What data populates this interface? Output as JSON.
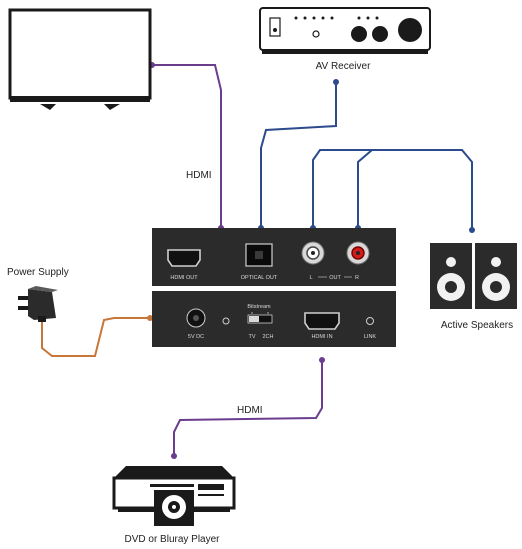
{
  "labels": {
    "av_receiver": "AV Receiver",
    "hdmi_top": "HDMI",
    "power_supply": "Power Supply",
    "active_speakers": "Active Speakers",
    "hdmi_bottom": "HDMI",
    "dvd_player": "DVD or Bluray Player"
  },
  "front_panel": {
    "hdmi_out": "HDMI OUT",
    "optical_out": "OPTICAL OUT",
    "l_out": "L",
    "out": "OUT",
    "r_out": "R"
  },
  "rear_panel": {
    "power": "5V DC",
    "bitstream": "Bitstream",
    "tv": "TV",
    "two_ch": "2CH",
    "hdmi_in": "HDMI IN",
    "led": "LINK"
  },
  "colors": {
    "hdmi_cable": "#6a3d8f",
    "audio_cable": "#2c4a8c",
    "power_cable": "#c8773a",
    "device_body": "#2b2b2b"
  }
}
